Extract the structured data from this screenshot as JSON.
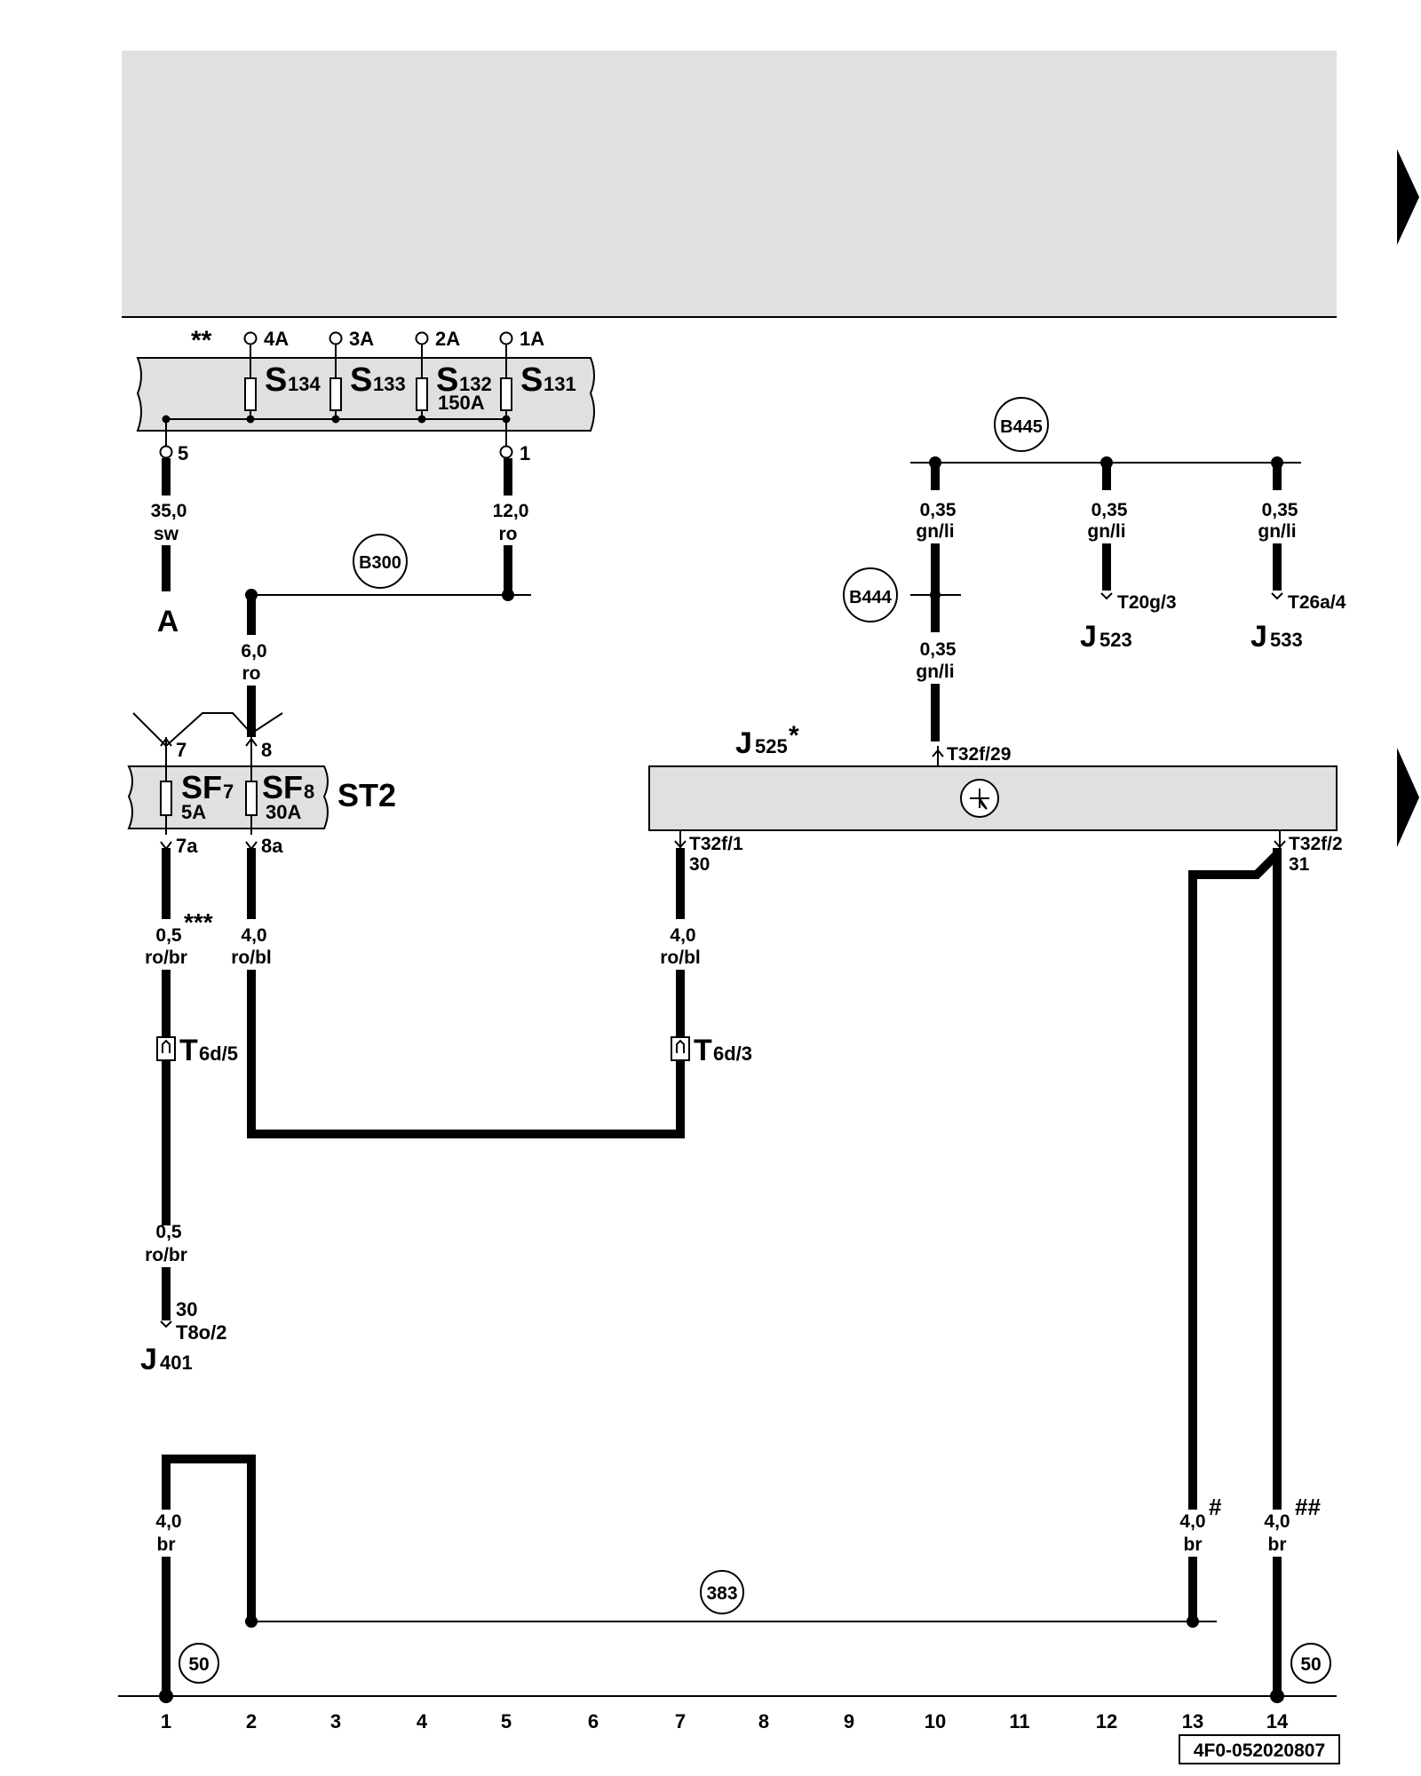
{
  "fuse_holder_top": {
    "note": "**",
    "terminals": [
      "4A",
      "3A",
      "2A",
      "1A"
    ],
    "fuses": [
      {
        "letter": "S",
        "num": "134",
        "rating": ""
      },
      {
        "letter": "S",
        "num": "133",
        "rating": ""
      },
      {
        "letter": "S",
        "num": "132",
        "rating": "150A"
      },
      {
        "letter": "S",
        "num": "131",
        "rating": ""
      }
    ],
    "pin_left": "5",
    "pin_right": "1"
  },
  "wires": {
    "w35": {
      "size": "35,0",
      "color": "sw"
    },
    "w12": {
      "size": "12,0",
      "color": "ro"
    },
    "w6": {
      "size": "6,0",
      "color": "ro"
    },
    "w035a": {
      "size": "0,35",
      "color": "gn/li"
    },
    "w035b": {
      "size": "0,35",
      "color": "gn/li"
    },
    "w035c": {
      "size": "0,35",
      "color": "gn/li"
    },
    "w035d": {
      "size": "0,35",
      "color": "gn/li"
    },
    "w05a": {
      "size": "0,5",
      "color": "ro/br",
      "note": "***"
    },
    "w4a": {
      "size": "4,0",
      "color": "ro/bl"
    },
    "w4b": {
      "size": "4,0",
      "color": "ro/bl"
    },
    "w05b": {
      "size": "0,5",
      "color": "ro/br"
    },
    "w4c": {
      "size": "4,0",
      "color": "br"
    },
    "w4d": {
      "size": "4,0",
      "color": "br",
      "note": "#"
    },
    "w4e": {
      "size": "4,0",
      "color": "br",
      "note": "##"
    }
  },
  "ref_a": "A",
  "connections": {
    "b300": "B300",
    "b445": "B445",
    "b444": "B444",
    "c383": "383",
    "gnd1": "50",
    "gnd2": "50"
  },
  "connectors": {
    "t20g3": "T20g/3",
    "t26a4": "T26a/4",
    "t32f29": "T32f/29",
    "t32f1": "T32f/1",
    "t32f1_pin": "30",
    "t32f2": "T32f/2",
    "t32f2_pin": "31",
    "t6d5_letter": "T",
    "t6d5_sub": "6d/5",
    "t6d3_letter": "T",
    "t6d3_sub": "6d/3",
    "t8o2_pin": "30",
    "t8o2": "T8o/2"
  },
  "components": {
    "j523_letter": "J",
    "j523_num": "523",
    "j533_letter": "J",
    "j533_num": "533",
    "j525_letter": "J",
    "j525_num": "525",
    "j525_note": "*",
    "j401_letter": "J",
    "j401_num": "401"
  },
  "st2": {
    "name": "ST2",
    "pin7": "7",
    "pin8": "8",
    "pin7a": "7a",
    "pin8a": "8a",
    "sf7_letters": "SF",
    "sf7_num": "7",
    "sf7_rating": "5A",
    "sf8_letters": "SF",
    "sf8_num": "8",
    "sf8_rating": "30A"
  },
  "track_numbers": [
    "1",
    "2",
    "3",
    "4",
    "5",
    "6",
    "7",
    "8",
    "9",
    "10",
    "11",
    "12",
    "13",
    "14"
  ],
  "doc_code": "4F0-052020807",
  "colors": {
    "panel_fill": "#e0e0e0",
    "line": "#000000"
  }
}
